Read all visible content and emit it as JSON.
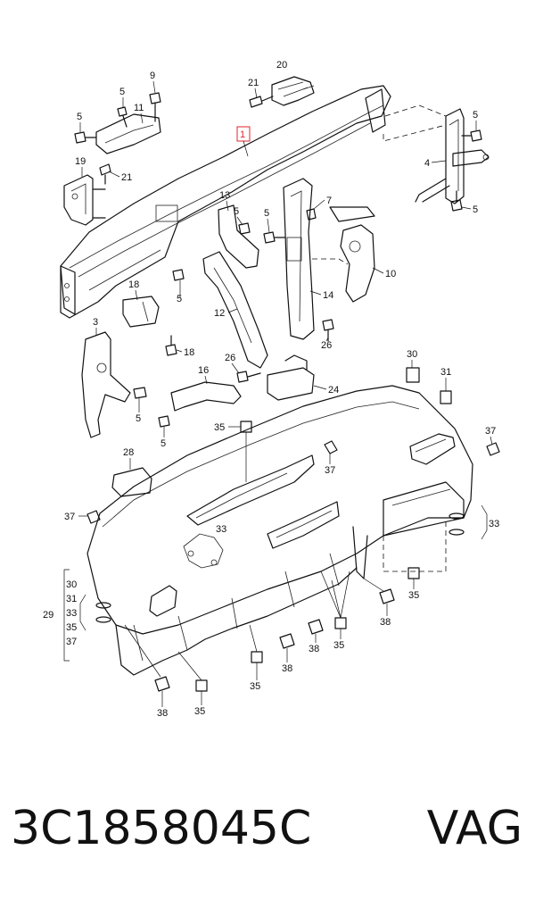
{
  "diagram": {
    "highlighted_part": "1",
    "callouts": [
      "20",
      "21",
      "9",
      "5",
      "5",
      "11",
      "19",
      "21",
      "1",
      "5",
      "4",
      "5",
      "13",
      "5",
      "5",
      "7",
      "10",
      "18",
      "5",
      "14",
      "12",
      "3",
      "18",
      "26",
      "26",
      "30",
      "31",
      "16",
      "24",
      "5",
      "35",
      "28",
      "37",
      "37",
      "37",
      "33",
      "37",
      "33",
      "30",
      "31",
      "33",
      "35",
      "37",
      "29",
      "38",
      "35",
      "38",
      "35",
      "38",
      "35",
      "38",
      "35"
    ]
  },
  "footer": {
    "part_number": "3C1858045C",
    "brand": "VAG"
  }
}
